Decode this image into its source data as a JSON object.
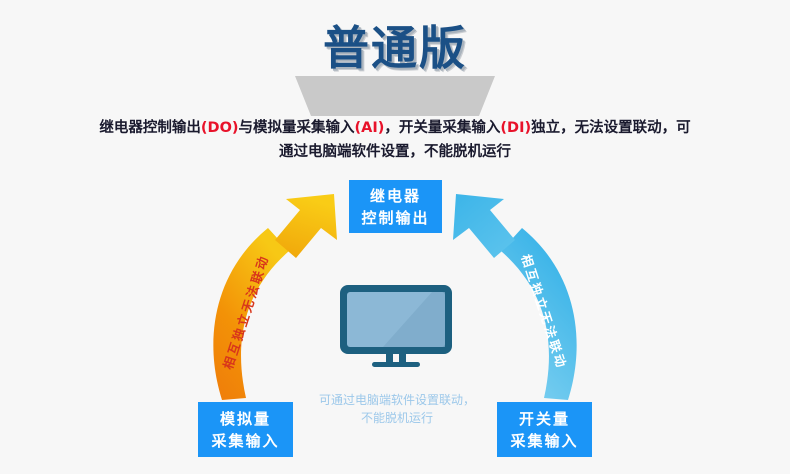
{
  "page": {
    "background_color": "#f7f7f7"
  },
  "header": {
    "title": "普通版",
    "title_color": "#1b5086",
    "banner_color": "#c9c9c9"
  },
  "description": {
    "line1_part1": "继电器控制输出",
    "line1_tag1": "(DO)",
    "line1_part2": "与模拟量采集输入",
    "line1_tag2": "(AI)",
    "line1_part3": "，开关量采集输入",
    "line1_tag3": "(DI)",
    "line1_part4": "独立，无法设置联动，可",
    "line2": "通过电脑端软件设置，不能脱机运行",
    "highlight_color": "#e8122a",
    "text_color": "#1a1a2e"
  },
  "diagram": {
    "node_color": "#1b95f7",
    "nodes": {
      "relay": {
        "line1": "继电器",
        "line2": "控制输出"
      },
      "analog": {
        "line1": "模拟量",
        "line2": "采集输入"
      },
      "digital": {
        "line1": "开关量",
        "line2": "采集输入"
      }
    },
    "arrows": {
      "left": {
        "label": "相互独立无法联动",
        "color_start": "#f5c518",
        "color_end": "#ef7c0a",
        "label_color": "#d8361b"
      },
      "right": {
        "label": "相互独立无法联动",
        "color_start": "#3ab5e8",
        "color_end": "#7dd0f0",
        "label_color": "#ffffff"
      }
    },
    "center_caption": {
      "line1": "可通过电脑端软件设置联动，",
      "line2": "不能脱机运行",
      "color": "#9cc8ea"
    },
    "monitor": {
      "frame_color": "#1d6080",
      "screen_color": "#8cb8d6"
    }
  }
}
